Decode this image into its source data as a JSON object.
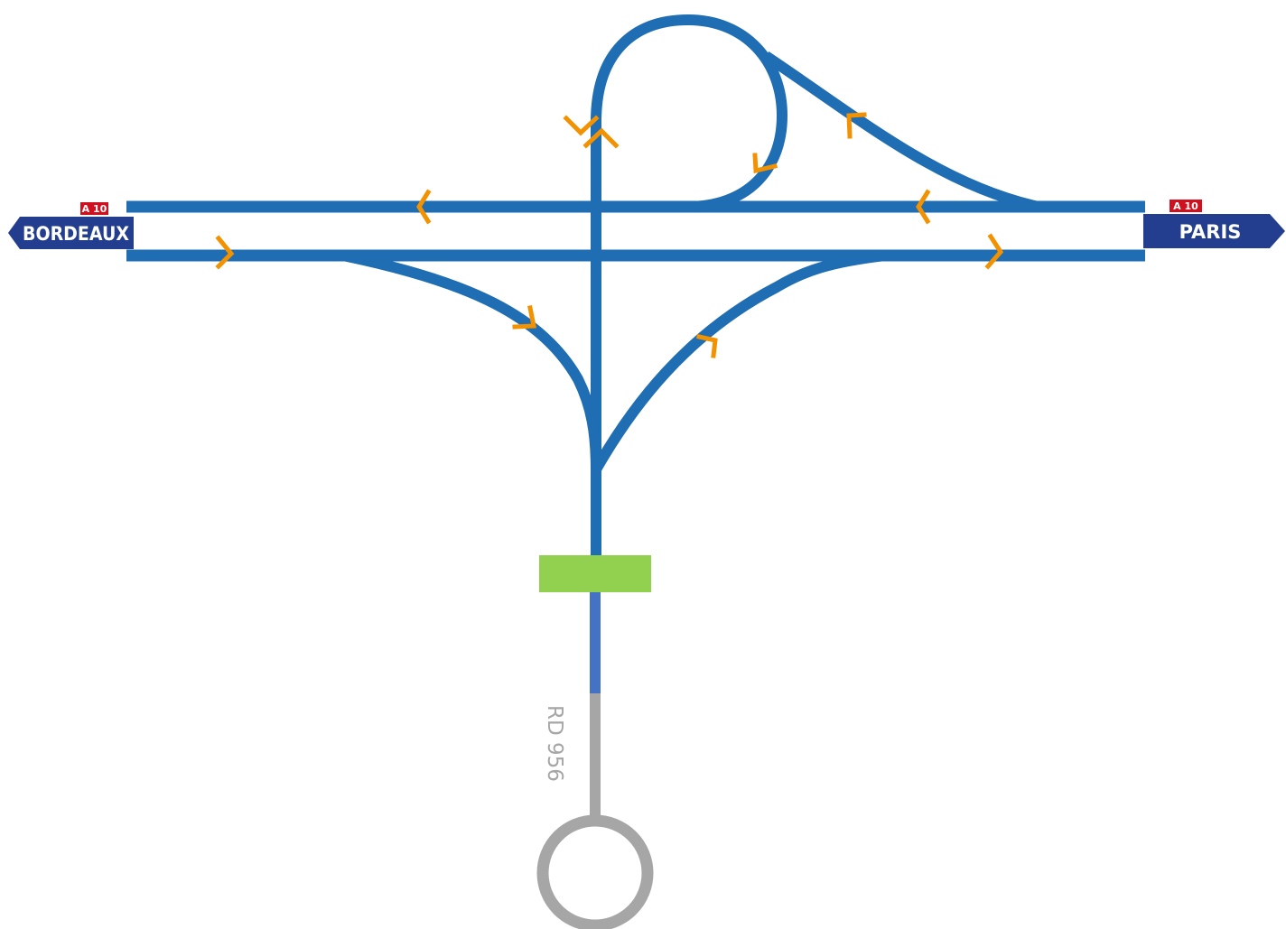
{
  "signs": {
    "left": {
      "motorway": "A 10",
      "destination": "BORDEAUX"
    },
    "right": {
      "motorway": "A 10",
      "destination": "PARIS"
    }
  },
  "secondary_road": {
    "label": "RD 956"
  },
  "colors": {
    "motorway": "#1f6db3",
    "connector": "#4472c4",
    "secondary": "#a6a6a6",
    "toll": "#92d050",
    "arrow": "#f39200",
    "sign_blue": "#233e8f",
    "badge_red": "#d0101f"
  }
}
